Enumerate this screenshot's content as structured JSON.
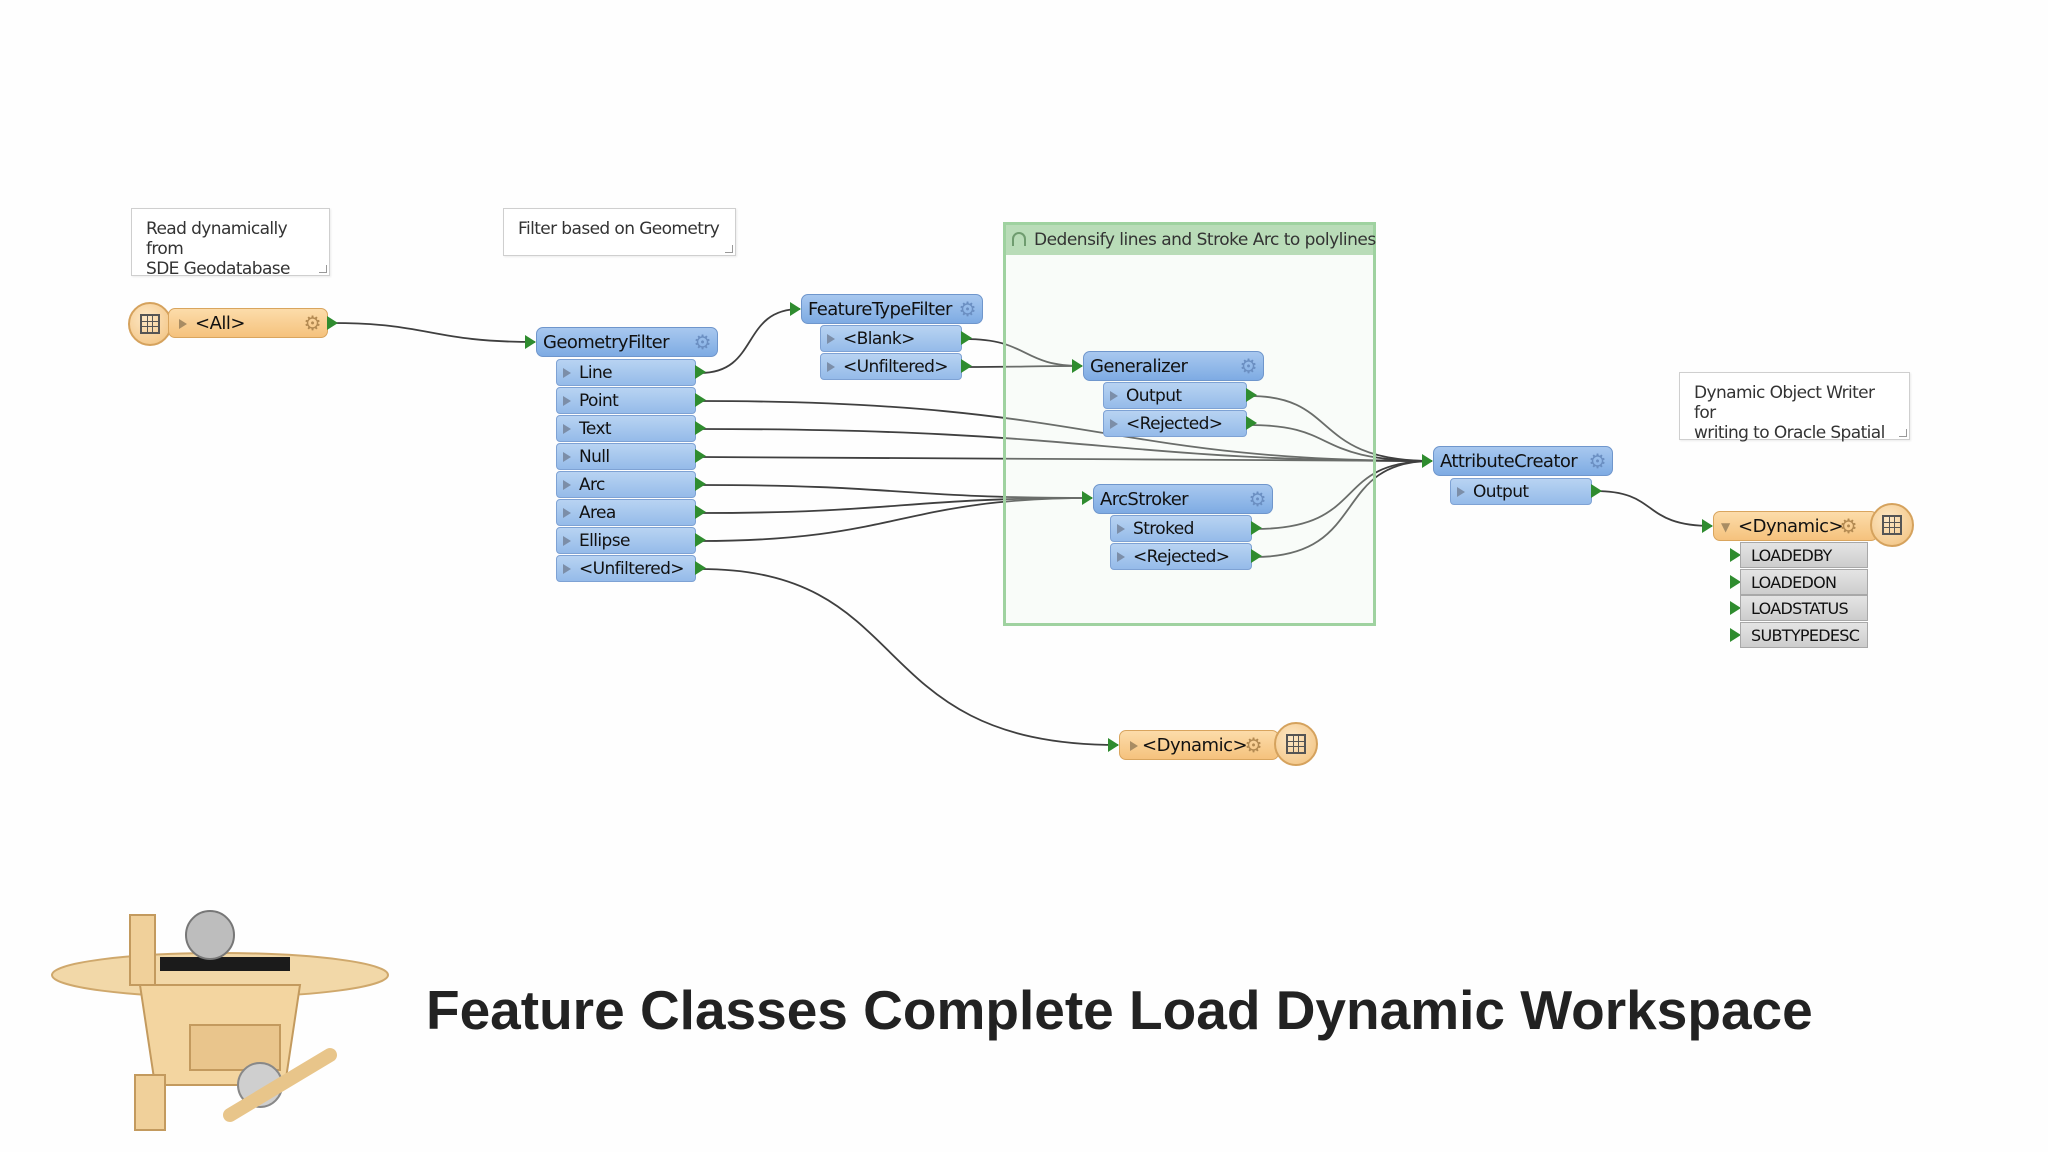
{
  "notes": {
    "read_sde": "Read dynamically from\nSDE Geodatabase",
    "filter_geom": "Filter based on Geometry",
    "writer_note": "Dynamic Object Writer for\nwriting to Oracle Spatial"
  },
  "bookmark": {
    "title": "Dedensify lines and Stroke Arc to polylines"
  },
  "reader": {
    "port": "<All>"
  },
  "geometry_filter": {
    "name": "GeometryFilter",
    "ports": [
      "Line",
      "Point",
      "Text",
      "Null",
      "Arc",
      "Area",
      "Ellipse",
      "<Unfiltered>"
    ]
  },
  "feature_type_filter": {
    "name": "FeatureTypeFilter",
    "ports": [
      "<Blank>",
      "<Unfiltered>"
    ]
  },
  "generalizer": {
    "name": "Generalizer",
    "ports": [
      "Output",
      "<Rejected>"
    ]
  },
  "arc_stroker": {
    "name": "ArcStroker",
    "ports": [
      "Stroked",
      "<Rejected>"
    ]
  },
  "attribute_creator": {
    "name": "AttributeCreator",
    "ports": [
      "Output"
    ]
  },
  "writer_main": {
    "port": "<Dynamic>",
    "attributes": [
      "LOADEDBY",
      "LOADEDON",
      "LOADSTATUS",
      "SUBTYPEDESC"
    ]
  },
  "writer_bottom": {
    "port": "<Dynamic>"
  },
  "slide": {
    "title": "Feature Classes Complete Load Dynamic Workspace"
  },
  "colors": {
    "transformer": "#8fb8e8",
    "reader_writer": "#f7cc8c",
    "connection": "#3a3a3a",
    "port_arrow": "#2f8c2f",
    "bookmark": "#b9dcb8"
  }
}
